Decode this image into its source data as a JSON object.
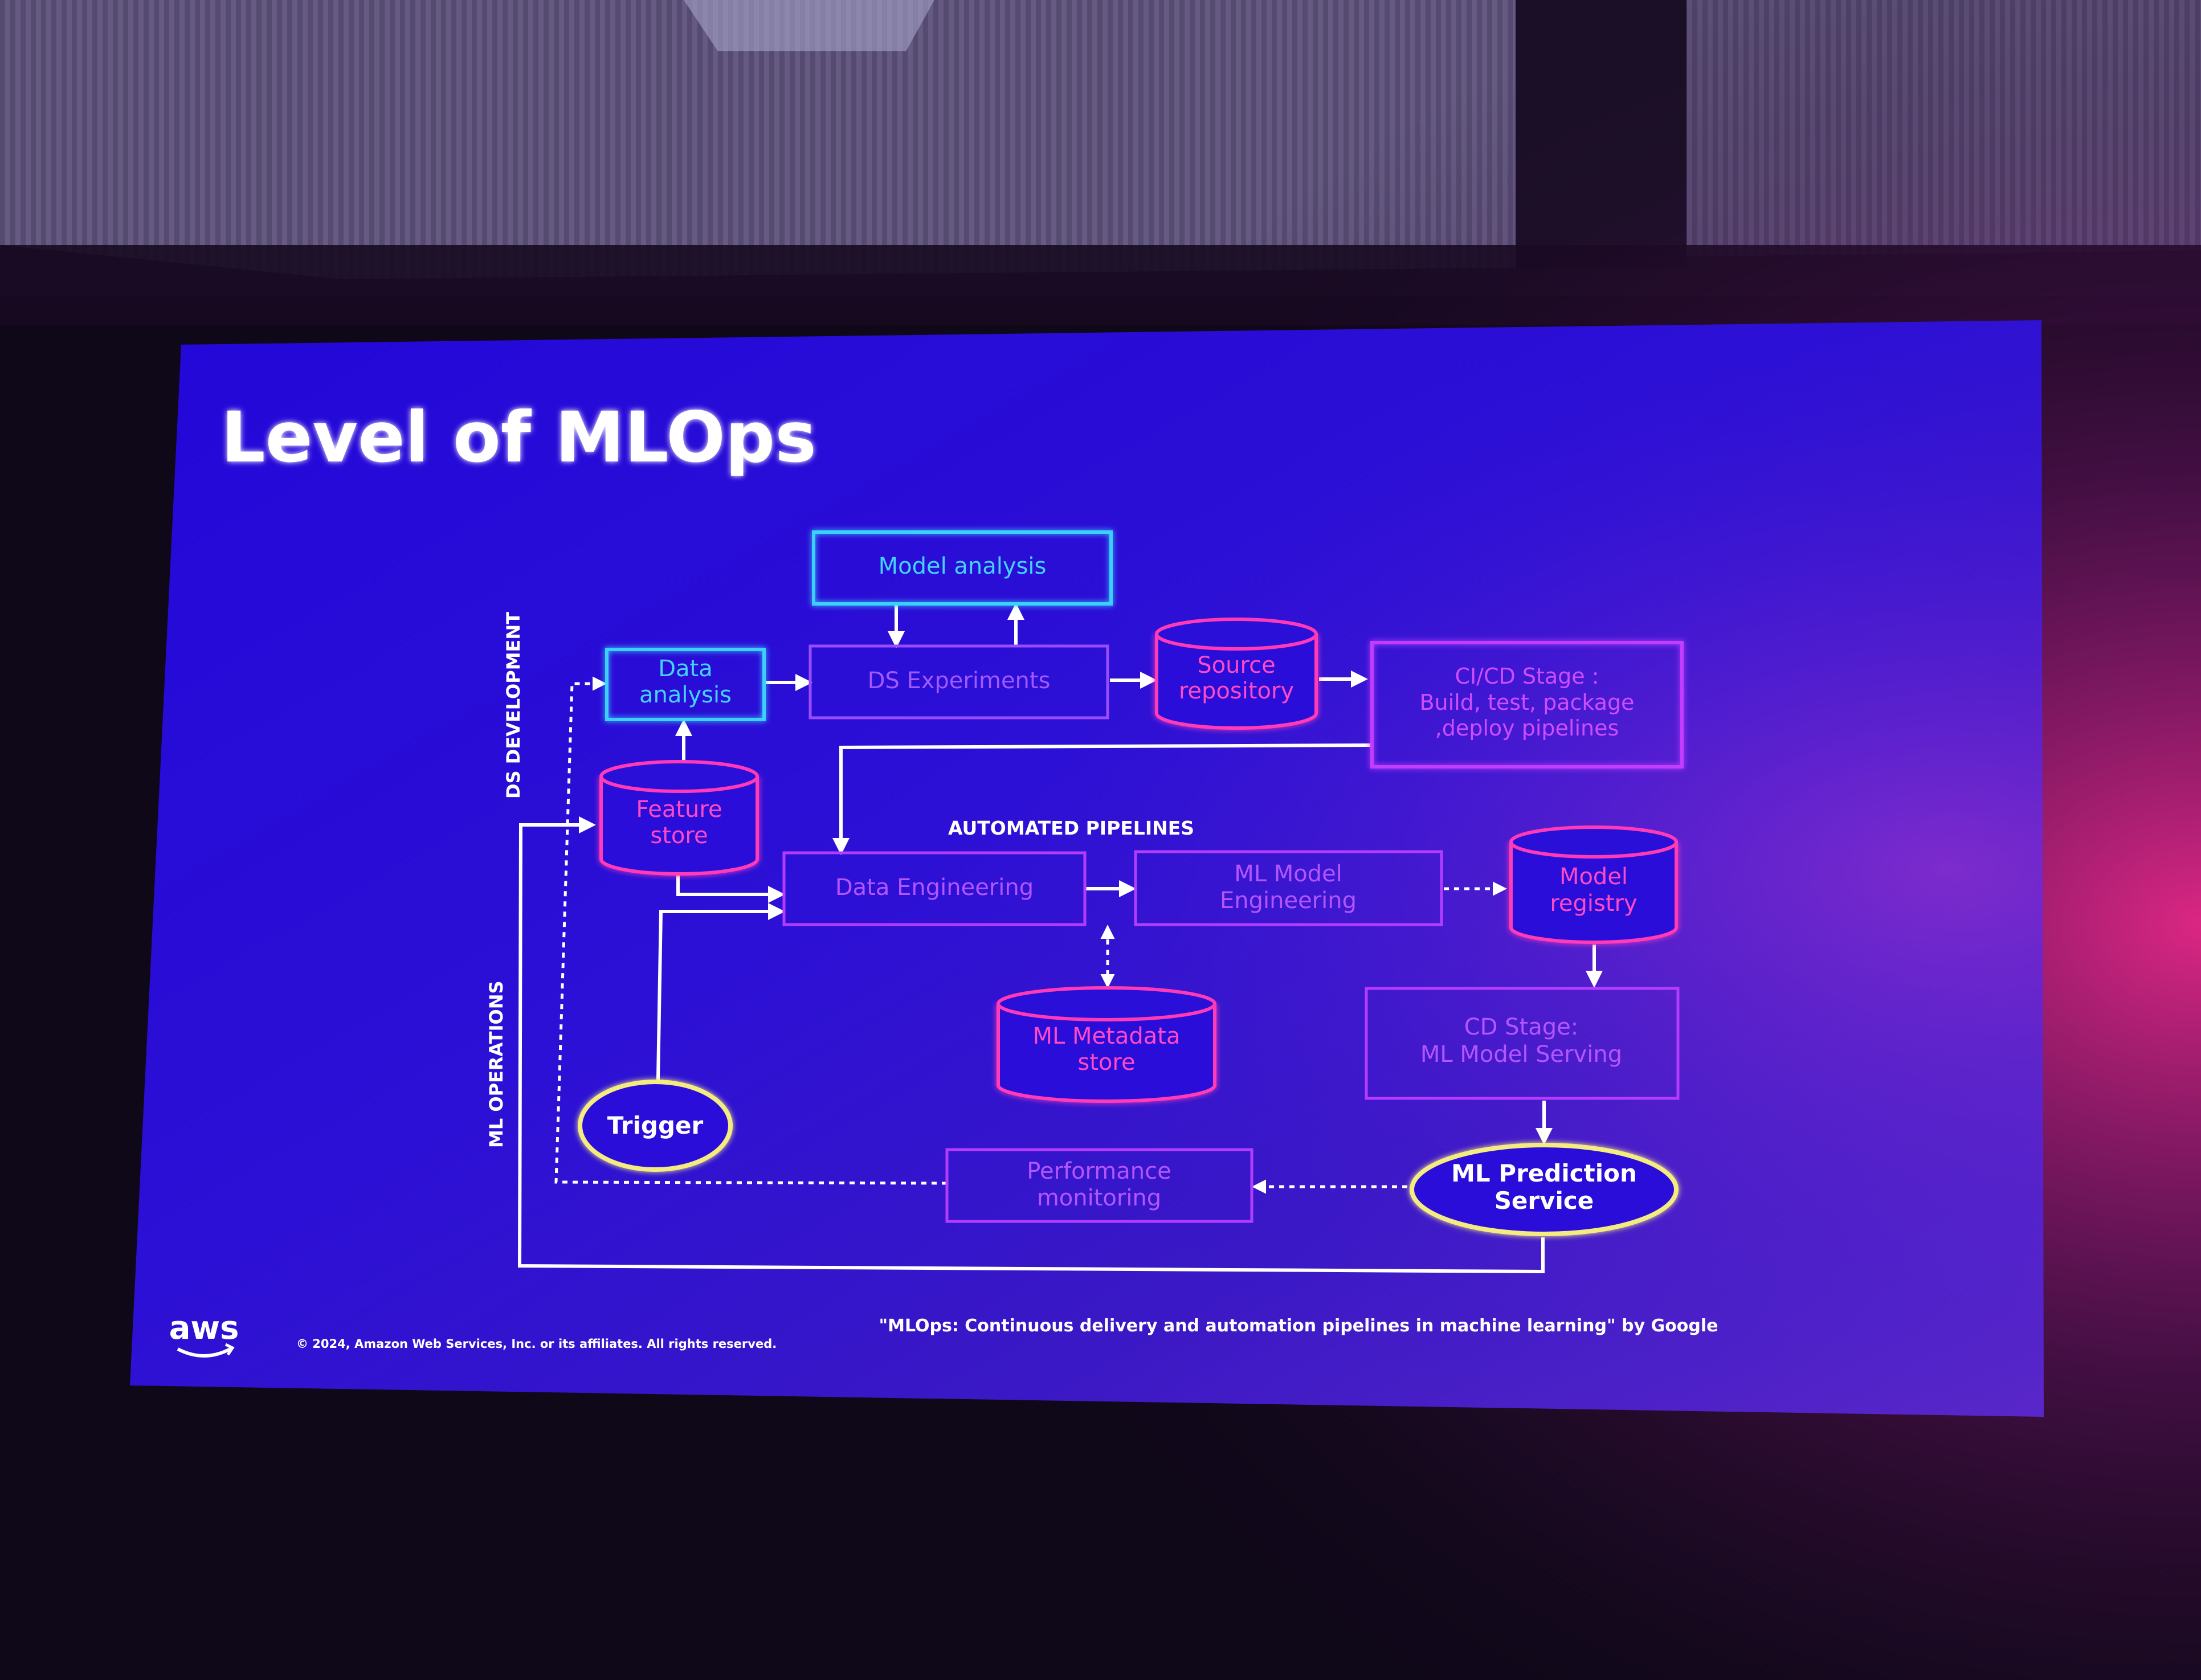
{
  "slide": {
    "title": "Level of MLOps",
    "lane_labels": {
      "ds_development": "DS DEVELOPMENT",
      "ml_operations": "ML OPERATIONS",
      "automated_pipelines": "AUTOMATED PIPELINES"
    },
    "nodes": {
      "model_analysis": "Model analysis",
      "data_analysis": [
        "Data",
        "analysis"
      ],
      "ds_experiments": "DS Experiments",
      "source_repository": [
        "Source",
        "repository"
      ],
      "cicd_stage": [
        "CI/CD Stage :",
        "Build, test, package",
        ",deploy pipelines"
      ],
      "feature_store": [
        "Feature",
        "store"
      ],
      "data_engineering": "Data Engineering",
      "ml_model_engineering": [
        "ML Model",
        "Engineering"
      ],
      "model_registry": [
        "Model",
        "registry"
      ],
      "ml_metadata_store": [
        "ML Metadata",
        "store"
      ],
      "cd_stage": [
        "CD Stage:",
        "ML Model Serving"
      ],
      "trigger": "Trigger",
      "performance_monitoring": [
        "Performance",
        "monitoring"
      ],
      "ml_prediction_service": [
        "ML Prediction",
        "Service"
      ]
    },
    "citation": "\"MLOps: Continuous delivery and automation pipelines in machine learning\" by Google",
    "copyright": "© 2024, Amazon Web Services, Inc. or its affiliates. All rights reserved.",
    "logo_text": "aws"
  },
  "colors": {
    "cyan": "#38c8ff",
    "magenta": "#d23cff",
    "pink": "#ff3ab8",
    "white": "#ffffff",
    "yellow": "#f4ec80"
  }
}
